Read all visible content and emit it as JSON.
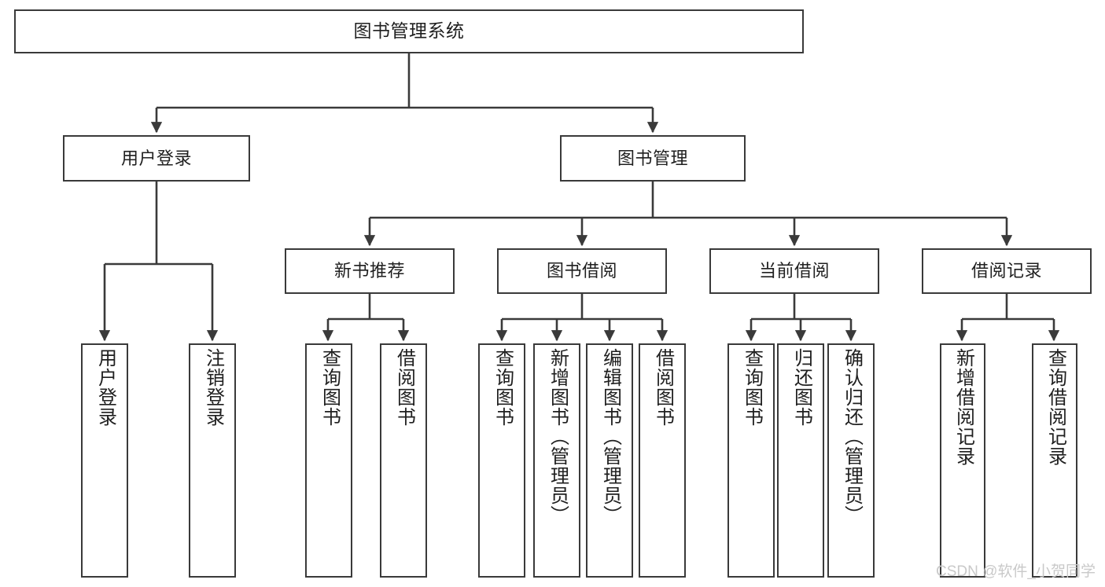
{
  "diagram": {
    "title": "图书管理系统",
    "type": "functional-structure-tree",
    "orientation": "top-down",
    "line_color": "#3a3a3a",
    "box_fill": "#ffffff",
    "text_color": "#1f1f1f"
  },
  "nodes": {
    "root": {
      "label": "图书管理系统",
      "level": 0
    },
    "l1": [
      {
        "id": "user_login",
        "label": "用户登录",
        "level": 1
      },
      {
        "id": "book_mgmt",
        "label": "图书管理",
        "level": 1
      }
    ],
    "l2": [
      {
        "id": "new_book_rec",
        "label": "新书推荐",
        "level": 2,
        "parent": "book_mgmt"
      },
      {
        "id": "book_borrow",
        "label": "图书借阅",
        "level": 2,
        "parent": "book_mgmt"
      },
      {
        "id": "current_borrow",
        "label": "当前借阅",
        "level": 2,
        "parent": "book_mgmt"
      },
      {
        "id": "borrow_record",
        "label": "借阅记录",
        "level": 2,
        "parent": "book_mgmt"
      }
    ],
    "leaves": [
      {
        "id": "leaf_user_login",
        "label": "用户登录",
        "parent": "user_login"
      },
      {
        "id": "leaf_user_logout",
        "label": "注销登录",
        "parent": "user_login"
      },
      {
        "id": "leaf_rec_query",
        "label": "查询图书",
        "parent": "new_book_rec"
      },
      {
        "id": "leaf_rec_borrow",
        "label": "借阅图书",
        "parent": "new_book_rec"
      },
      {
        "id": "leaf_borrow_query",
        "label": "查询图书",
        "parent": "book_borrow"
      },
      {
        "id": "leaf_borrow_add",
        "label": "新增图书（管理员）",
        "parent": "book_borrow"
      },
      {
        "id": "leaf_borrow_edit",
        "label": "编辑图书（管理员）",
        "parent": "book_borrow"
      },
      {
        "id": "leaf_borrow_take",
        "label": "借阅图书",
        "parent": "book_borrow"
      },
      {
        "id": "leaf_cur_query",
        "label": "查询图书",
        "parent": "current_borrow"
      },
      {
        "id": "leaf_cur_return",
        "label": "归还图书",
        "parent": "current_borrow"
      },
      {
        "id": "leaf_cur_confirm",
        "label": "确认归还（管理员）",
        "parent": "current_borrow"
      },
      {
        "id": "leaf_rec_add",
        "label": "新增借阅记录",
        "parent": "borrow_record"
      },
      {
        "id": "leaf_rec_query2",
        "label": "查询借阅记录",
        "parent": "borrow_record"
      }
    ]
  },
  "watermark": {
    "text": "CSDN @软件_小贺同学",
    "color": "#c9c9c9"
  }
}
